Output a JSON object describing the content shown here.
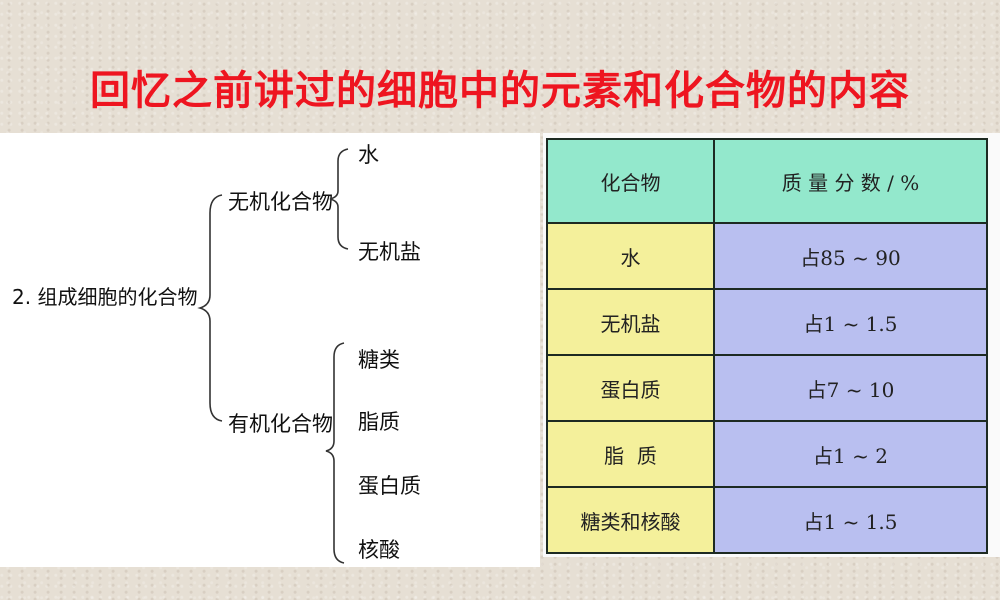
{
  "slide": {
    "title": "回忆之前讲过的细胞中的元素和化合物的内容"
  },
  "tree": {
    "root": "2. 组成细胞的化合物",
    "branches": [
      {
        "label": "无机化合物",
        "children": [
          "水",
          "无机盐"
        ]
      },
      {
        "label": "有机化合物",
        "children": [
          "糖类",
          "脂质",
          "蛋白质",
          "核酸"
        ]
      }
    ]
  },
  "table": {
    "headers": [
      "化合物",
      "质 量 分 数 / %"
    ],
    "rows": [
      {
        "compound": "水",
        "fraction": "占85 ~ 90"
      },
      {
        "compound": "无机盐",
        "fraction": "占1 ~ 1.5"
      },
      {
        "compound": "蛋白质",
        "fraction": "占7 ~ 10"
      },
      {
        "compound": "脂  质",
        "fraction": "占1 ~ 2"
      },
      {
        "compound": "糖类和核酸",
        "fraction": "占1 ~ 1.5"
      }
    ],
    "colors": {
      "header_bg": "#93e8cc",
      "first_col_bg": "#f4f09b",
      "second_col_bg": "#b9bff0"
    }
  },
  "colors": {
    "title": "#ee1520",
    "background": "#e6dfd4"
  }
}
